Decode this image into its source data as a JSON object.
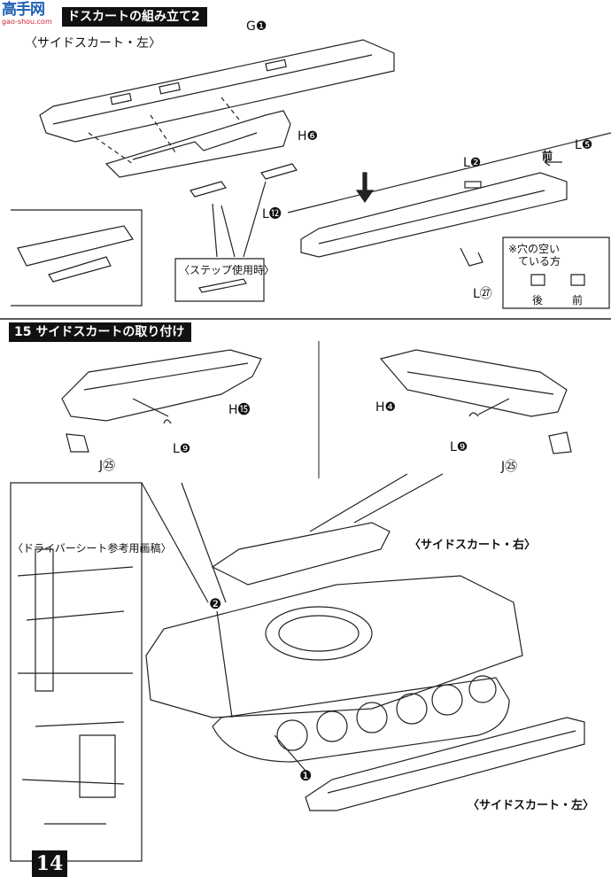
{
  "logo": {
    "text": "高手网",
    "url_text": "gao-shou.com"
  },
  "step_14": {
    "title": "ドスカートの組み立て2",
    "subtitle": "〈サイドスカート・左〉",
    "part_labels": [
      "G❶",
      "H❻",
      "L⓬",
      "L❷",
      "L❺",
      "L㉗"
    ],
    "front_label": "前",
    "callout_step": "〈ステップ使用時〉",
    "hole_note": {
      "lines": [
        "※穴の空い",
        "ている方"
      ],
      "rear": "後",
      "front": "前"
    }
  },
  "step_15": {
    "title": "15 サイドスカートの取り付け",
    "left_labels": [
      "H⓯",
      "L❾",
      "J㉕"
    ],
    "right_labels": [
      "H❹",
      "L❾",
      "J㉕"
    ]
  },
  "bottom": {
    "label_right": "〈サイドスカート・右〉",
    "label_left": "〈サイドスカート・左〉",
    "ref_caption": "〈ドライバーシート参考用画稿〉",
    "marker_1": "❶",
    "marker_2": "❷"
  },
  "page_number": "14"
}
